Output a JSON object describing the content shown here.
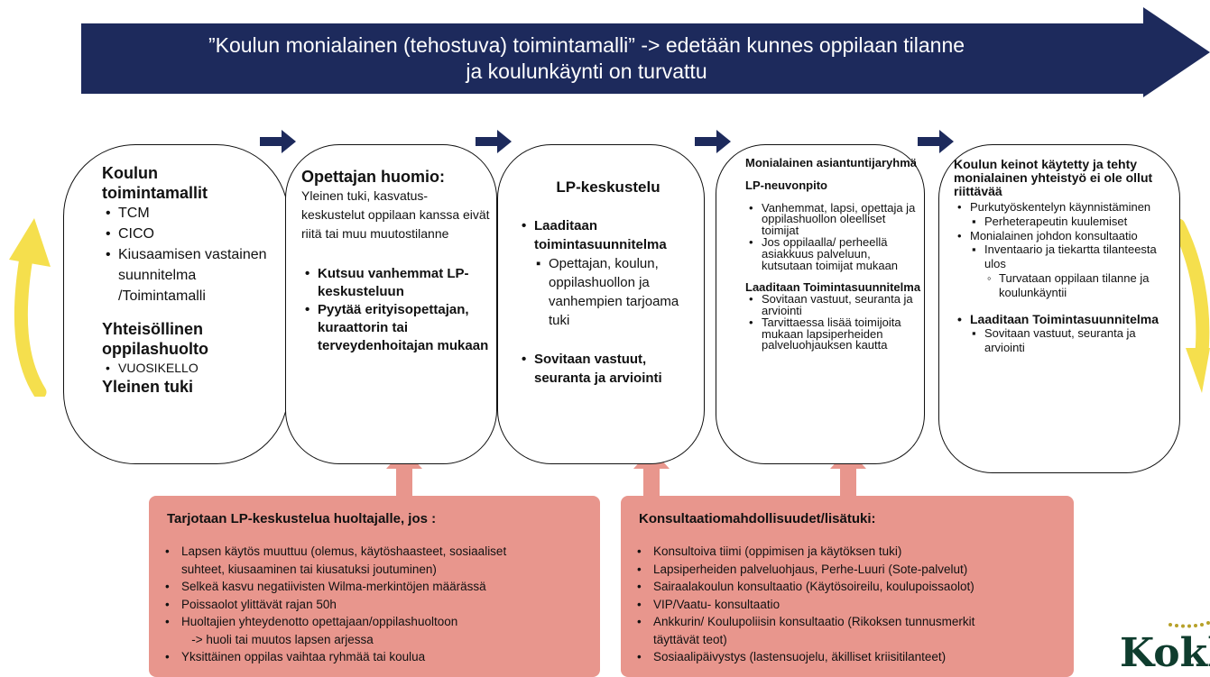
{
  "banner": {
    "line1": "”Koulun monialainen (tehostuva) toimintamalli” -> edetään kunnes oppilaan tilanne",
    "line2": "ja koulunkäynti on turvattu"
  },
  "stage1": {
    "heading1a": "Koulun",
    "heading1b": "toimintamallit",
    "items": [
      "TCM",
      "CICO",
      "Kiusaamisen vastainen suunnitelma /Toimintamalli"
    ],
    "heading2a": "Yhteisöllinen",
    "heading2b": "oppilashuolto",
    "sub_items": [
      "VUOSIKELLO"
    ],
    "heading3": "Yleinen tuki"
  },
  "stage2": {
    "heading": "Opettajan huomio:",
    "intro": "Yleinen tuki, kasvatus-keskustelut oppilaan kanssa eivät riitä tai muu muutostilanne",
    "items": [
      "Kutsuu vanhemmat LP-keskusteluun",
      "Pyytää erityisopettajan, kuraattorin tai terveydenhoitajan mukaan"
    ]
  },
  "stage3": {
    "heading": "LP-keskustelu",
    "item1": "Laaditaan toimintasuunnitelma",
    "item1_sub": "Opettajan, koulun, oppilashuollon ja vanhempien tarjoama tuki",
    "item2": "Sovitaan vastuut, seuranta ja arviointi"
  },
  "stage4": {
    "heading": "Monialainen asiantuntijaryhmä",
    "subheading": "LP-neuvonpito",
    "items": [
      "Vanhemmat, lapsi, opettaja ja oppilashuollon oleelliset toimijat",
      "Jos oppilaalla/ perheellä asiakkuus palveluun, kutsutaan toimijat mukaan"
    ],
    "heading2": "Laaditaan Toimintasuunnitelma",
    "items2": [
      "Sovitaan vastuut, seuranta ja arviointi",
      "Tarvittaessa lisää toimijoita mukaan lapsiperheiden palveluohjauksen kautta"
    ]
  },
  "stage5": {
    "heading": "Koulun keinot käytetty ja tehty monialainen yhteistyö ei ole ollut riittävää",
    "item1": "Purkutyöskentelyn käynnistäminen",
    "item1_sub": "Perheterapeutin kuulemiset",
    "item2": "Monialainen johdon konsultaatio",
    "item2_sub": "Inventaario ja tiekartta tilanteesta ulos",
    "item2_subsub": "Turvataan oppilaan tilanne ja koulunkäyntii",
    "item3": "Laaditaan Toimintasuunnitelma",
    "item3_sub": "Sovitaan vastuut, seuranta ja arviointi"
  },
  "panel_left": {
    "title": "Tarjotaan LP-keskustelua huoltajalle, jos :",
    "items": [
      "Lapsen käytös muuttuu (olemus, käytöshaasteet, sosiaaliset",
      "suhteet, kiusaaminen tai kiusatuksi joutuminen)",
      "Selkeä kasvu negatiivisten Wilma-merkintöjen määrässä",
      "Poissaolot ylittävät rajan 50h",
      "Huoltajien yhteydenotto opettajaan/oppilashuoltoon",
      "   -> huoli tai muutos lapsen arjessa",
      "Yksittäinen oppilas vaihtaa ryhmää tai koulua"
    ]
  },
  "panel_right": {
    "title": "Konsultaatiomahdollisuudet/lisätuki:",
    "items": [
      "Konsultoiva tiimi (oppimisen ja käytöksen tuki)",
      "Lapsiperheiden palveluohjaus, Perhe-Luuri (Sote-palvelut)",
      "Sairaalakoulun konsultaatio (Käytösoireilu, koulupoissaolot)",
      "VIP/Vaatu- konsultaatio",
      "Ankkurin/ Koulupoliisin konsultaatio (Rikoksen tunnusmerkit",
      "täyttävät teot)",
      "Sosiaalipäivystys (lastensuojelu, äkilliset kriisitilanteet)"
    ]
  },
  "logo": {
    "text": "Kokk"
  },
  "colors": {
    "navy": "#1d2a5c",
    "pink": "#e8968d",
    "yellow": "#f5df4d",
    "logo_green": "#0f3d2e"
  }
}
